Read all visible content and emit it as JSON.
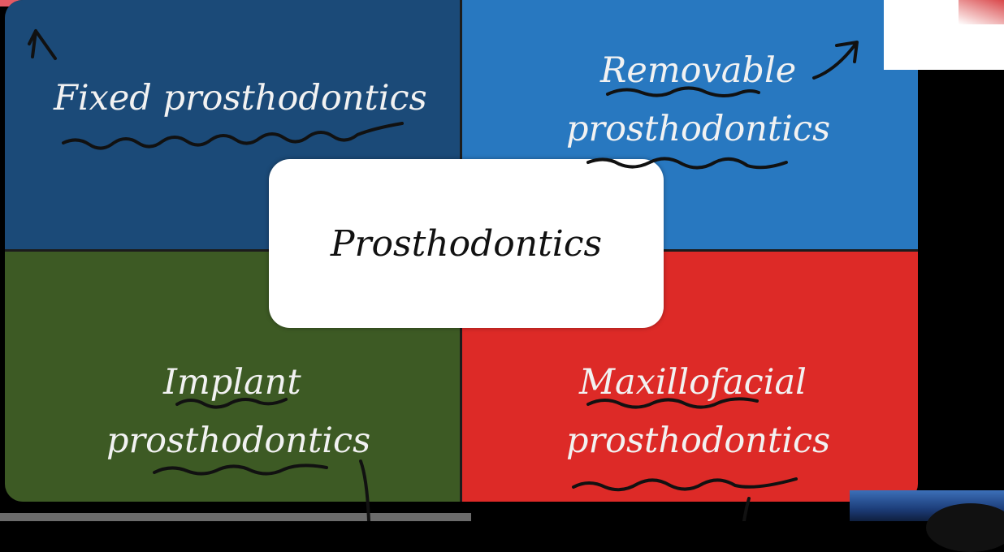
{
  "diagram": {
    "center": "Prosthodontics",
    "quadrants": {
      "top_left": {
        "lines": [
          "Fixed prosthodontics"
        ],
        "color": "#1b4a78"
      },
      "top_right": {
        "lines": [
          "Removable",
          "prosthodontics"
        ],
        "color": "#2878c0"
      },
      "bottom_left": {
        "lines": [
          "Implant",
          "prosthodontics"
        ],
        "color": "#3d5a24"
      },
      "bottom_right": {
        "lines": [
          "Maxillofacial",
          "prosthodontics"
        ],
        "color": "#dd2a27"
      }
    },
    "ink_color": "#111111"
  }
}
